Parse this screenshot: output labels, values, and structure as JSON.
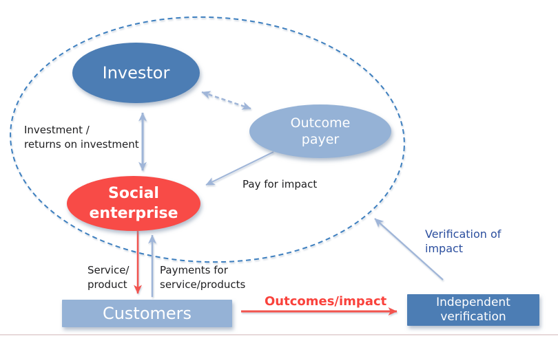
{
  "colors": {
    "dark_blue": "#4C7DB4",
    "light_blue": "#95B2D6",
    "red_fill": "#F84B47",
    "arrow_blue": "#9FB5D8",
    "arrow_red": "#F2534E",
    "dashed_ellipse_blue": "#3D7FBF",
    "navy_text": "#2B4E9E",
    "label_text": "#1D1D1F",
    "node_text": "#FFFFFF",
    "outcomes_red": "#F9423C",
    "bottom_line": "#E7D9DA"
  },
  "nodes": {
    "investor": {
      "label": "Investor"
    },
    "outcome_payer": {
      "line1": "Outcome",
      "line2": "payer"
    },
    "social_enterprise": {
      "line1": "Social",
      "line2": "enterprise"
    },
    "customers": {
      "label": "Customers"
    },
    "independent_verification": {
      "line1": "Independent",
      "line2": "verification"
    }
  },
  "edge_labels": {
    "investment": {
      "line1": "Investment /",
      "line2": "returns on investment"
    },
    "pay_for_impact": "Pay for impact",
    "service": {
      "line1": "Service/",
      "line2": "product"
    },
    "payments": {
      "line1": "Payments for",
      "line2": "service/products"
    },
    "outcomes_impact": "Outcomes/impact",
    "verification": {
      "line1": "Verification of",
      "line2": "impact"
    }
  },
  "edges": [
    {
      "from": "investor",
      "to": "social_enterprise",
      "label": "Investment / returns on investment",
      "style": "double-arrow"
    },
    {
      "from": "investor",
      "to": "outcome_payer",
      "label": "",
      "style": "dashed-double-arrow"
    },
    {
      "from": "outcome_payer",
      "to": "social_enterprise",
      "label": "Pay for impact",
      "style": "arrow"
    },
    {
      "from": "social_enterprise",
      "to": "customers",
      "label": "Service/product",
      "style": "red-arrow"
    },
    {
      "from": "customers",
      "to": "social_enterprise",
      "label": "Payments for service/products",
      "style": "arrow"
    },
    {
      "from": "customers",
      "to": "independent_verification",
      "label": "Outcomes/impact",
      "style": "red-arrow"
    },
    {
      "from": "independent_verification",
      "to": "ecosystem_boundary",
      "label": "Verification of impact",
      "style": "arrow"
    }
  ]
}
